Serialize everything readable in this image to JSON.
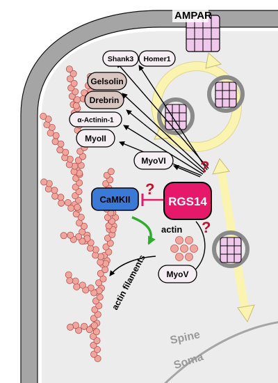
{
  "labels": {
    "ampar": "AMPAR",
    "shank3": "Shank3",
    "homer1": "Homer1",
    "gelsolin": "Gelsolin",
    "drebrin": "Drebrin",
    "actinin": "α-Actinin-1",
    "myoii": "MyoII",
    "myovi": "MyoVI",
    "camkii": "CaMKII",
    "rgs14": "RGS14",
    "actin": "actin",
    "actin_filaments": "actin filaments",
    "myov": "MyoV",
    "spine": "Spine",
    "soma": "Soma",
    "question_mark": "?"
  },
  "colors": {
    "membrane": "#a5a5a5",
    "cytoplasm": "#ececec",
    "actin_bead": "#f0a69e",
    "ampar_fill": "#f0c8ec",
    "ampar_dark": "#d8a0d2",
    "rgs14": "#e5186a",
    "camkii": "#3a79d6",
    "gelsolin_drebrin": "#d9c6c0",
    "binding_partner": "#f5eef2",
    "inhibition": "#e5186a",
    "activation_arrow": "#2fad2f",
    "question": "#c8102e",
    "trafficking": "#f8f0a8"
  }
}
